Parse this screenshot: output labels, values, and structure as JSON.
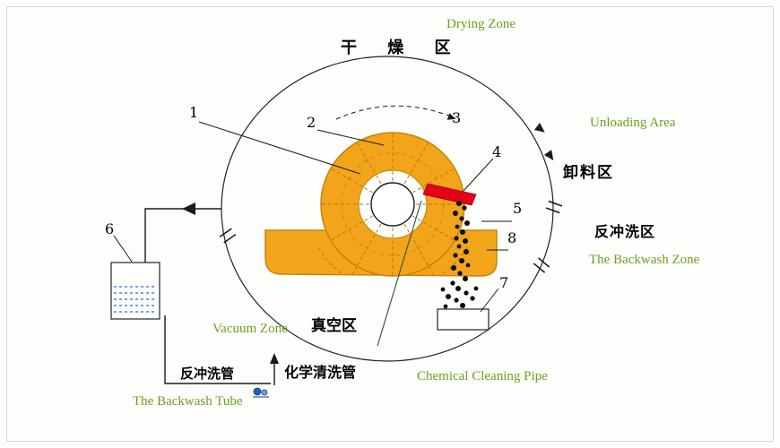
{
  "diagram": {
    "labels": {
      "drying_zone_en": "Drying Zone",
      "drying_zone_cn": "干 燥 区",
      "unloading_area_en": "Unloading Area",
      "unloading_area_cn": "卸料区",
      "backwash_zone_cn": "反冲洗区",
      "backwash_zone_en": "The Backwash Zone",
      "vacuum_zone_en": "Vacuum Zone",
      "vacuum_zone_cn": "真空区",
      "backwash_tube_cn": "反冲洗管",
      "chemical_pipe_cn": "化学清洗管",
      "backwash_tube_en": "The Backwash Tube",
      "chemical_pipe_en": "Chemical Cleaning Pipe"
    },
    "callouts": [
      "1",
      "2",
      "3",
      "4",
      "5",
      "6",
      "7",
      "8"
    ],
    "colors": {
      "drum_orange": "#F2A51A",
      "drum_outline": "#C8830A",
      "chute_red": "#E3001B",
      "liquid_blue": "#4F83D6",
      "green_label": "#6F9D1F",
      "line_black": "#1a1a1a"
    }
  }
}
